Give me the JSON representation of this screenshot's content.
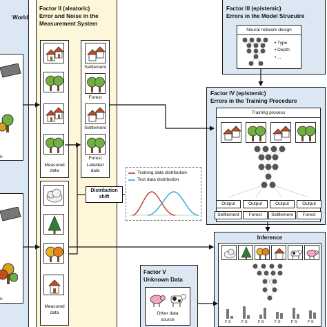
{
  "left_panel": {
    "title_fragment": "World"
  },
  "factor2": {
    "title_line1": "Factor II (aleatoric)",
    "title_line2": "Error and Noise in the",
    "title_line3": "Measurement System",
    "labels": [
      "Settlement",
      "Forest",
      "Settlement",
      "Forest"
    ],
    "measured_data": [
      "Measured",
      "data"
    ],
    "labelled_data": [
      "Labelled",
      "data"
    ],
    "measured_data_bottom": [
      "Measured",
      "data"
    ]
  },
  "left_fragments": {
    "top": "n",
    "bottom": "n"
  },
  "factor3": {
    "title_line1": "Factor III (epistemic)",
    "title_line2": "Errors in the Model Strucutre",
    "nn_title": "Neural network design",
    "bullets": [
      "Type",
      "Depth",
      "..."
    ]
  },
  "factor4": {
    "title_line1": "Factor IV (epistemic)",
    "title_line2": "Errors in the Training Procedure",
    "training_title": "Training process",
    "outputs": [
      "Output",
      "Output",
      "Output",
      "Output"
    ],
    "output_labels": [
      "Settlement",
      "Forest",
      "Settlement",
      "Forest"
    ]
  },
  "distribution": {
    "shift_label_line1": "Distribution",
    "shift_label_line2": "shift",
    "legend": [
      "Training data distribution",
      "Test data distribution"
    ],
    "colors": {
      "training": "#c0392b",
      "test": "#29a8d8"
    }
  },
  "inference": {
    "title": "Inference",
    "bar_labels": [
      "F S",
      "F S",
      "F S",
      "F S",
      "F S",
      "F S"
    ]
  },
  "factor5": {
    "title_line1": "Factor V",
    "title_line2": "Unknown Data",
    "other_source": [
      "Other data",
      "source"
    ]
  }
}
